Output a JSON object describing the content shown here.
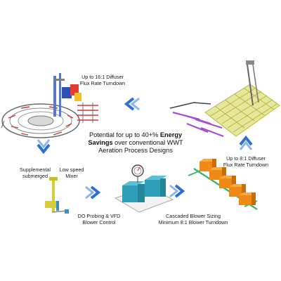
{
  "labels": {
    "diffuser_16": "Up to 16:1 Diffuser\nFlux Rate Turndown",
    "diffuser_8": "Up to 8:1 Diffuser\nFlux Rate Turndown",
    "supplemental": "Supplemental\nsubmerged",
    "low_speed": "Low speed\nMixer",
    "do_probing": "DO Probing & VFD\nBlower Control",
    "cascaded": "Cascaded Blower Sizing\nMinimum 8:1 Blower Turndown"
  },
  "center": {
    "line1_prefix": "Potential for up to 40+% ",
    "line1_bold": "Energy",
    "line2_bold": "Savings",
    "line2_rest": " over conventional WWT",
    "line3": "Aeration Process Designs"
  },
  "colors": {
    "arrow_blue": "#2f6fd0",
    "arrow_light": "#8ab6ee",
    "teal": "#2e9fb8",
    "orange": "#f08a16",
    "purple": "#9a46c8",
    "green_pipe": "#3fb36a",
    "yellow_frame": "#d8d64a"
  },
  "icons": [
    "chevron-left-icon",
    "chevron-down-icon",
    "chevron-right-icon",
    "chevron-up-icon",
    "gauge-icon"
  ]
}
